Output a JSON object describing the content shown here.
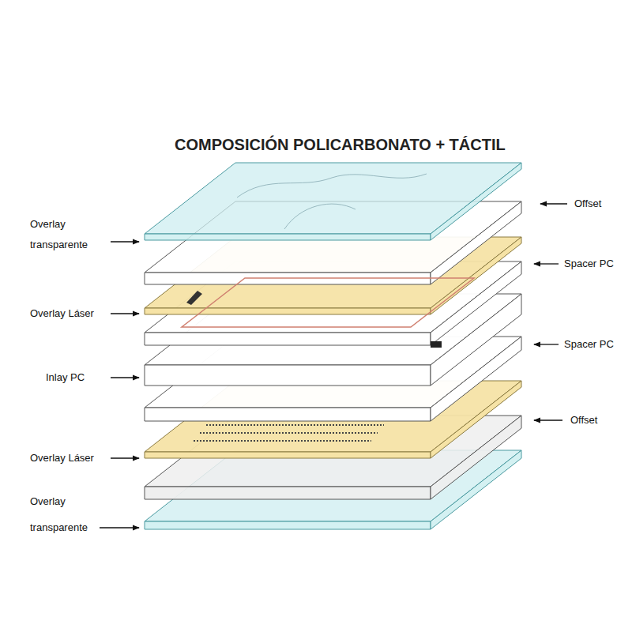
{
  "diagram": {
    "title": "COMPOSICIÓN POLICARBONATO + TÁCTIL",
    "labels": [
      "Offset",
      "Overlay transparente",
      "Spacer PC",
      "Overlay Láser",
      "Spacer PC",
      "Inlay PC",
      "Offset",
      "Overlay Láser",
      "Overlay transparente"
    ]
  }
}
